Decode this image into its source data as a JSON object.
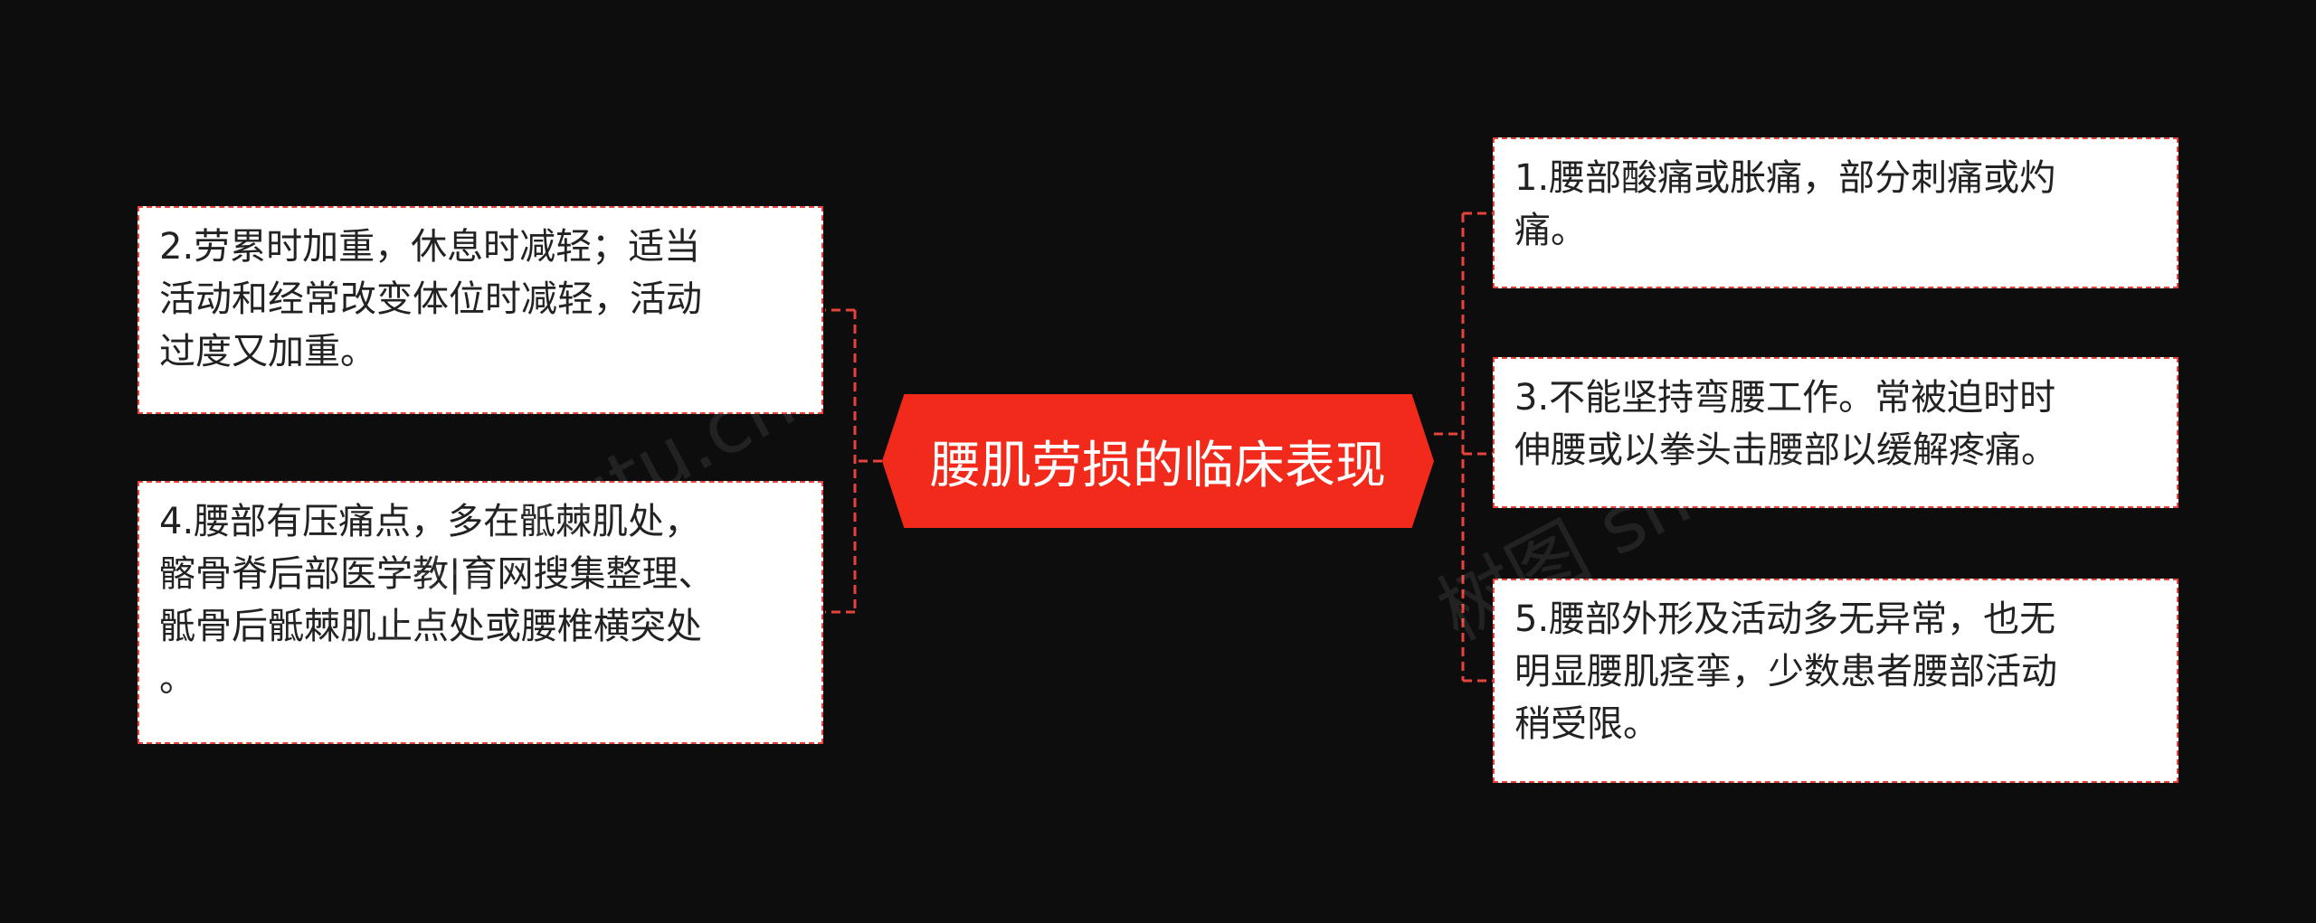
{
  "center": {
    "label": "腰肌劳损的临床表现"
  },
  "nodes": [
    {
      "text": "2.劳累时加重，休息时减轻；适当\n活动和经常改变体位时减轻，活动\n过度又加重。"
    },
    {
      "text": "4.腰部有压痛点，多在骶棘肌处，\n髂骨脊后部医学教|育网搜集整理、\n骶骨后骶棘肌止点处或腰椎横突处\n。"
    },
    {
      "text": "1.腰部酸痛或胀痛，部分刺痛或灼\n痛。"
    },
    {
      "text": "3.不能坚持弯腰工作。常被迫时时\n伸腰或以拳头击腰部以缓解疼痛。"
    },
    {
      "text": "5.腰部外形及活动多无异常，也无\n明显腰肌痉挛，少数患者腰部活动\n稍受限。"
    }
  ],
  "watermarks": [
    "树图 shutu.cn",
    "树图 shutu.cn"
  ],
  "colors": {
    "accent": "#f22a1b",
    "dash": "#e8433a",
    "background": "#0d0d0d"
  }
}
